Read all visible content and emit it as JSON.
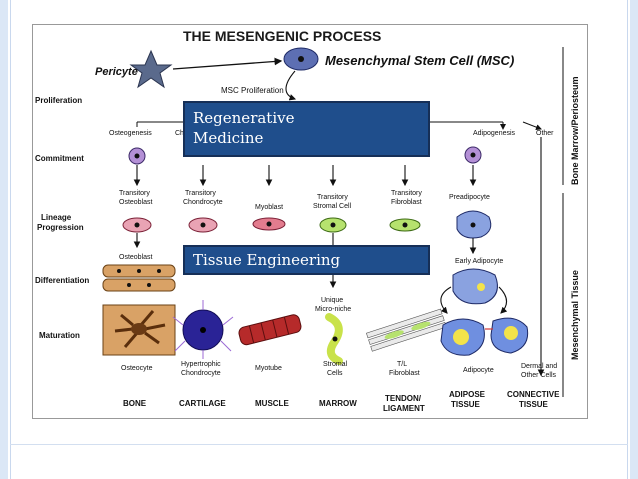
{
  "figure": {
    "title": "THE MESENGENIC PROCESS",
    "msc_label": "Mesenchymal Stem Cell (MSC)",
    "pericyte": "Pericyte",
    "msc_proliferation": "MSC Proliferation",
    "row_labels": [
      "Proliferation",
      "Commitment",
      "Lineage",
      "Progression",
      "Differentiation",
      "Maturation"
    ],
    "side_labels": [
      "Bone Marrow/Periosteum",
      "Mesenchymal Tissue"
    ],
    "commitment_labels": [
      "Osteogenesis",
      "Ch",
      "Adipogenesis",
      "Other"
    ],
    "progression_labels": [
      "Transitory",
      "Osteoblast",
      "Transitory",
      "Chondrocyte",
      "Myoblast",
      "Transitory",
      "Stromal Cell",
      "Transitory",
      "Fibroblast",
      "Preadipocyte"
    ],
    "differentiation_labels": [
      "Osteoblast",
      "Early Adipocyte",
      "Unique",
      "Micro-niche"
    ],
    "maturation_labels": [
      "Osteocyte",
      "Hypertrophic",
      "Chondrocyte",
      "Myotube",
      "Stromal",
      "Cells",
      "T/L",
      "Fibroblast",
      "Adipocyte",
      "Dermal and",
      "Other Cells"
    ],
    "tissue_labels": [
      "BONE",
      "CARTILAGE",
      "MUSCLE",
      "MARROW",
      "TENDON/",
      "LIGAMENT",
      "ADIPOSE",
      "TISSUE",
      "CONNECTIVE",
      "TISSUE"
    ]
  },
  "overlays": {
    "regenerative": [
      "Regenerative",
      "Medicine"
    ],
    "tissue": "Tissue Engineering"
  },
  "colors": {
    "overlay_bg": "#1f4e8c",
    "slide_accent": "#dbe7f6"
  }
}
